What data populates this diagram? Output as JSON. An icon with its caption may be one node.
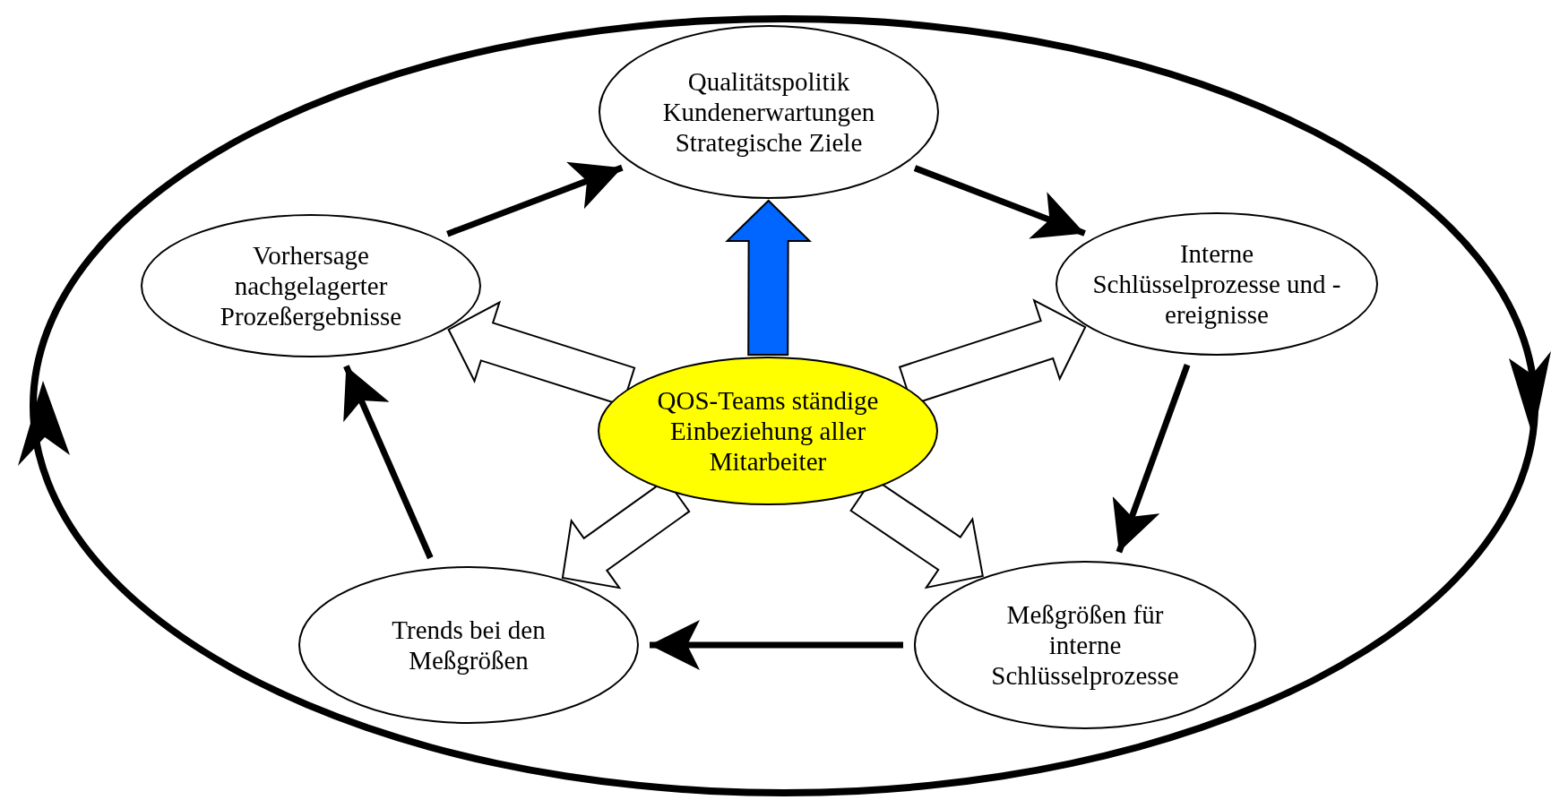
{
  "diagram": {
    "nodes": [
      {
        "text": [],
        "shape": "ellipse"
      },
      {
        "text": [
          "Qualitätspolitik Kundenerwartungen Strategische Ziele"
        ],
        "in": 0
      },
      {
        "text": [
          "Vorhersage nachgelagerter Prozeßergebnisse"
        ],
        "in": 0
      },
      {
        "text": [
          "Interne Schlüsselprozesse und -ereignisse"
        ],
        "in": 0
      },
      {
        "text": [
          "QOS-Teams ständige Einbeziehung aller Mitarbeiter"
        ],
        "in": 0
      },
      {
        "text": [
          "Trends bei den Meßgrößen"
        ],
        "in": 0
      },
      {
        "text": [
          "Meßgrößen für interne Schlüsselprozesse"
        ],
        "in": 0
      }
    ],
    "edges": [
      {
        "from": 2,
        "to": 1,
        "arrow": "to"
      },
      {
        "from": 1,
        "to": 3,
        "arrow": "to"
      },
      {
        "from": 3,
        "to": 6,
        "arrow": "to"
      },
      {
        "from": 6,
        "to": 5,
        "arrow": "to"
      },
      {
        "from": 5,
        "to": 2,
        "arrow": "to"
      },
      {
        "from": 4,
        "to": 1,
        "arrow": "to",
        "style": "thick",
        "color": "#0066ff"
      },
      {
        "from": 4,
        "to": 2,
        "arrow": "to",
        "style": "thick"
      },
      {
        "from": 4,
        "to": 3,
        "arrow": "to",
        "style": "thick"
      },
      {
        "from": 4,
        "to": 5,
        "arrow": "to",
        "style": "thick"
      },
      {
        "from": 4,
        "to": 6,
        "arrow": "to",
        "style": "thick"
      }
    ]
  }
}
